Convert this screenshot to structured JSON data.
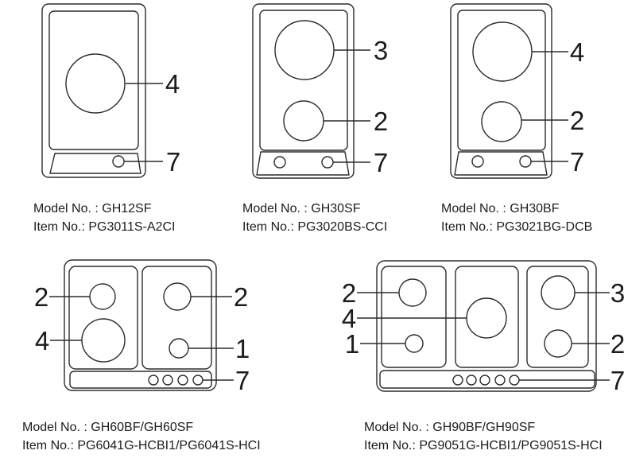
{
  "page": {
    "background": "#ffffff",
    "line_color": "#2b2b2b",
    "text_color": "#1c1c1c",
    "description": "Line-art diagrams of five gas hob models with numbered callouts"
  },
  "diagrams": [
    {
      "name": "GH12SF",
      "model_line": "Model No. : GH12SF",
      "item_line": "Item No.: PG3011S-A2CI",
      "callouts": [
        {
          "part": "large-burner",
          "label": "4"
        },
        {
          "part": "control-knob",
          "label": "7"
        }
      ]
    },
    {
      "name": "GH30SF",
      "model_line": "Model No. : GH30SF",
      "item_line": "Item No.: PG3020BS-CCI",
      "callouts": [
        {
          "part": "large-burner",
          "label": "3"
        },
        {
          "part": "small-burner",
          "label": "2"
        },
        {
          "part": "control-knobs",
          "label": "7"
        }
      ]
    },
    {
      "name": "GH30BF",
      "model_line": "Model No. : GH30BF",
      "item_line": "Item No.: PG3021BG-DCB",
      "callouts": [
        {
          "part": "large-burner",
          "label": "4"
        },
        {
          "part": "small-burner",
          "label": "2"
        },
        {
          "part": "control-knobs",
          "label": "7"
        }
      ]
    },
    {
      "name": "GH60BF/GH60SF",
      "model_line": "Model No. : GH60BF/GH60SF",
      "item_line": "Item No.: PG6041G-HCBI1/PG6041S-HCI",
      "callouts": [
        {
          "part": "rear-left-burner",
          "label": "2"
        },
        {
          "part": "front-left-large-burner",
          "label": "4"
        },
        {
          "part": "rear-right-burner",
          "label": "2"
        },
        {
          "part": "front-right-burner",
          "label": "1"
        },
        {
          "part": "control-knobs",
          "label": "7"
        }
      ]
    },
    {
      "name": "GH90BF/GH90SF",
      "model_line": "Model No. : GH90BF/GH90SF",
      "item_line": "Item No.: PG9051G-HCBI1/PG9051S-HCI",
      "callouts": [
        {
          "part": "left-rear-burner",
          "label": "2"
        },
        {
          "part": "center-large-burner",
          "label": "4"
        },
        {
          "part": "left-front-burner",
          "label": "1"
        },
        {
          "part": "right-rear-burner",
          "label": "3"
        },
        {
          "part": "right-front-burner",
          "label": "2"
        },
        {
          "part": "control-knobs",
          "label": "7"
        }
      ]
    }
  ]
}
